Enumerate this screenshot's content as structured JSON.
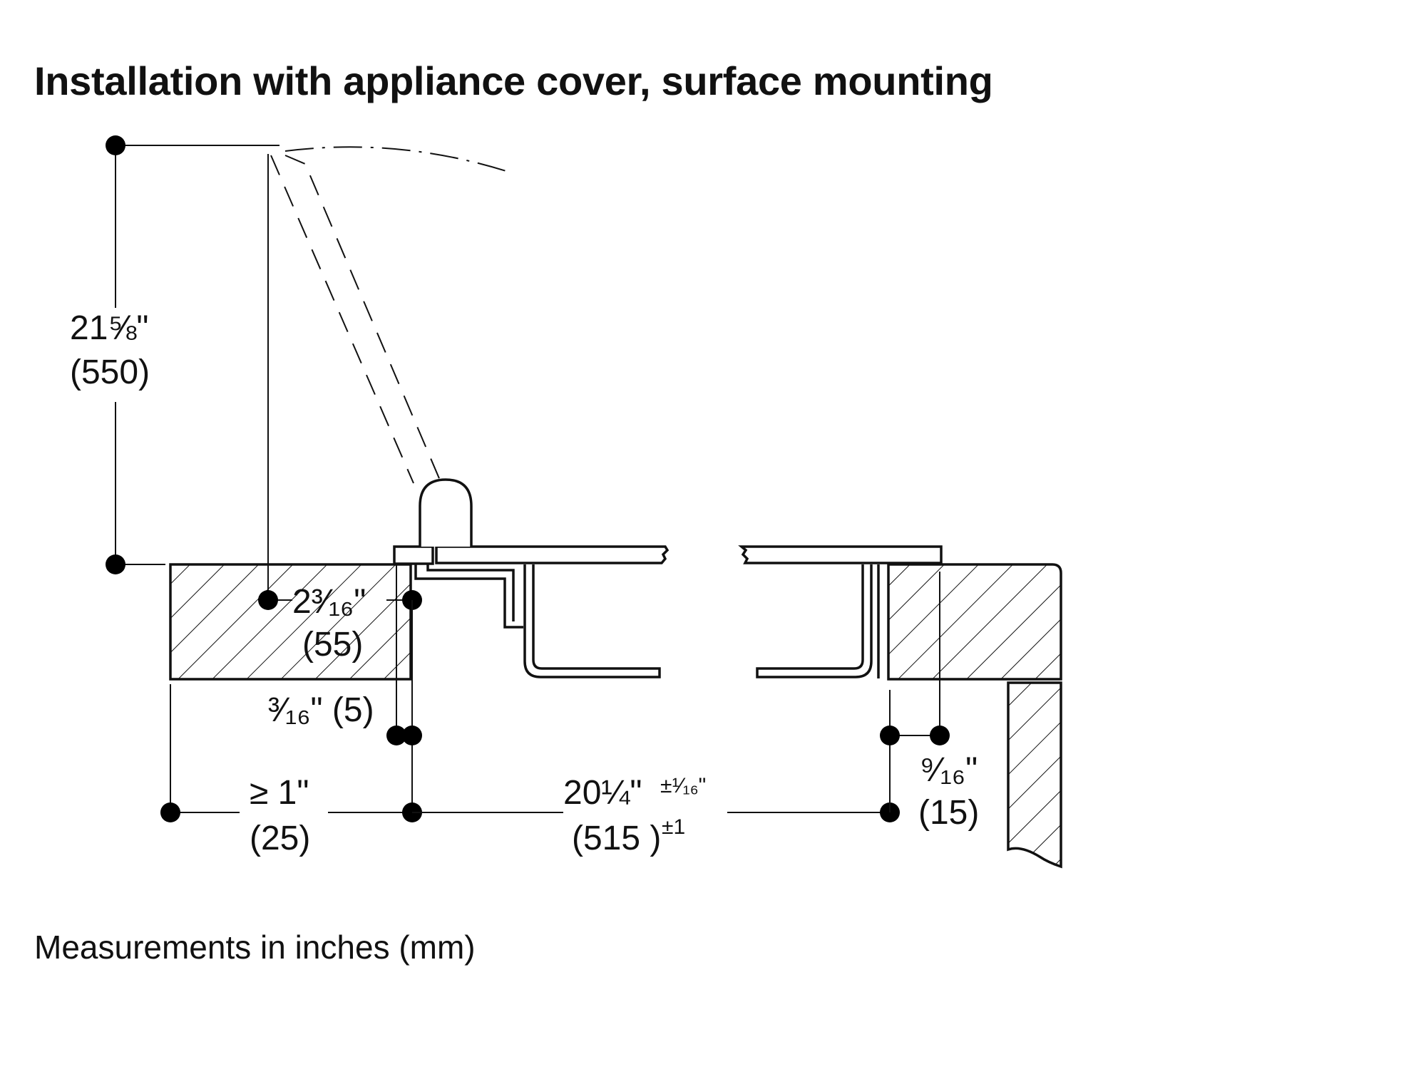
{
  "title": "Installation with appliance cover, surface mounting",
  "footer": "Measurements in inches (mm)",
  "dimensions": {
    "cover_height": {
      "inch": "21⅝\"",
      "mm": "(550)"
    },
    "hinge_offset": {
      "inch": "2³⁄₁₆\"",
      "mm": "(55)"
    },
    "gap": {
      "inch": "³⁄₁₆\" (5)"
    },
    "left_clearance": {
      "inch": "≥ 1\"",
      "mm": "(25)"
    },
    "cutout_width": {
      "inch": "20¼\"",
      "tol_inch": "±¹⁄₁₆\"",
      "mm": "(515 )",
      "tol_mm": "±1"
    },
    "right_overlap": {
      "inch": "⁹⁄₁₆\"",
      "mm": "(15)"
    }
  }
}
